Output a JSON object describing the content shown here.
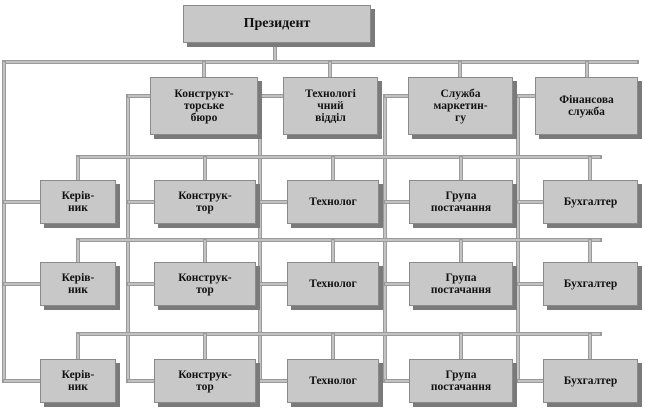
{
  "president": "Президент",
  "departments": [
    "Конструкт-\nторське\nбюро",
    "Технологі\nчний\nвідділ",
    "Служба\nмаркетин-\nгу",
    "Фінансова\nслужба"
  ],
  "rows": [
    [
      "Керів-\nник",
      "Конструк-\nтор",
      "Технолог",
      "Група\nпостачання",
      "Бухгалтер"
    ],
    [
      "Керів-\nник",
      "Конструк-\nтор",
      "Технолог",
      "Група\nпостачання",
      "Бухгалтер"
    ],
    [
      "Керів-\nник",
      "Конструк-\nтор",
      "Технолог",
      "Група\nпостачання",
      "Бухгалтер"
    ]
  ]
}
